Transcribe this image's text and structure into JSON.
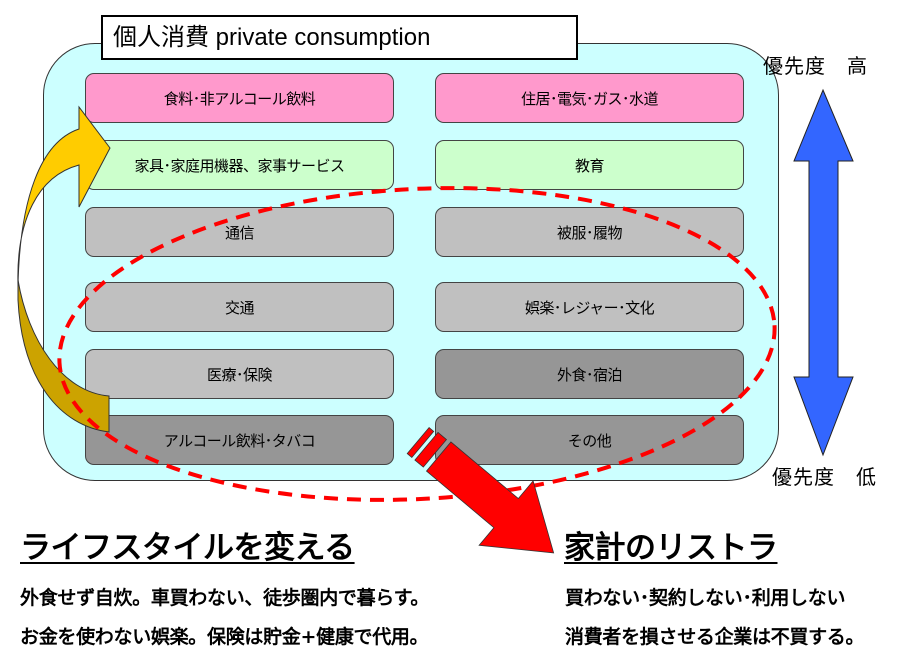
{
  "title": "個人消費 private consumption",
  "categories": {
    "left": [
      {
        "label": "食料･非アルコール飲料",
        "tier": "high"
      },
      {
        "label": "家具･家庭用機器、家事サービス",
        "tier": "mid"
      },
      {
        "label": "通信",
        "tier": "low"
      },
      {
        "label": "交通",
        "tier": "low"
      },
      {
        "label": "医療･保険",
        "tier": "low"
      },
      {
        "label": "アルコール飲料･タバコ",
        "tier": "lowest"
      }
    ],
    "right": [
      {
        "label": "住居･電気･ガス･水道",
        "tier": "high"
      },
      {
        "label": "教育",
        "tier": "mid"
      },
      {
        "label": "被服･履物",
        "tier": "low"
      },
      {
        "label": "娯楽･レジャー･文化",
        "tier": "low"
      },
      {
        "label": "外食･宿泊",
        "tier": "lowest"
      },
      {
        "label": "その他",
        "tier": "lowest"
      }
    ]
  },
  "tier_colors": {
    "high": "#FF99CC",
    "mid": "#CCFFCC",
    "low": "#C0C0C0",
    "lowest": "#969696"
  },
  "priority": {
    "high_label": "優先度　高",
    "low_label": "優先度　低",
    "arrow_color": "#3366FF",
    "arrow_icon": "double-headed-vertical-arrow"
  },
  "lifestyle": {
    "heading": "ライフスタイルを変える",
    "lines": [
      "外食せず自炊。車買わない、徒歩圏内で暮らす。",
      "お金を使わない娯楽。保険は貯金+健康で代用。"
    ],
    "arrow_color": "#FFCC00",
    "arrow_icon": "curved-up-arrow"
  },
  "restructure": {
    "heading": "家計のリストラ",
    "lines": [
      "買わない･契約しない･利用しない",
      "消費者を損させる企業は不買する。"
    ],
    "arrow_color": "#FF0000",
    "arrow_icon": "striped-diagonal-arrow"
  },
  "highlight": {
    "shape": "dashed-ellipse",
    "color": "#FF0000"
  }
}
